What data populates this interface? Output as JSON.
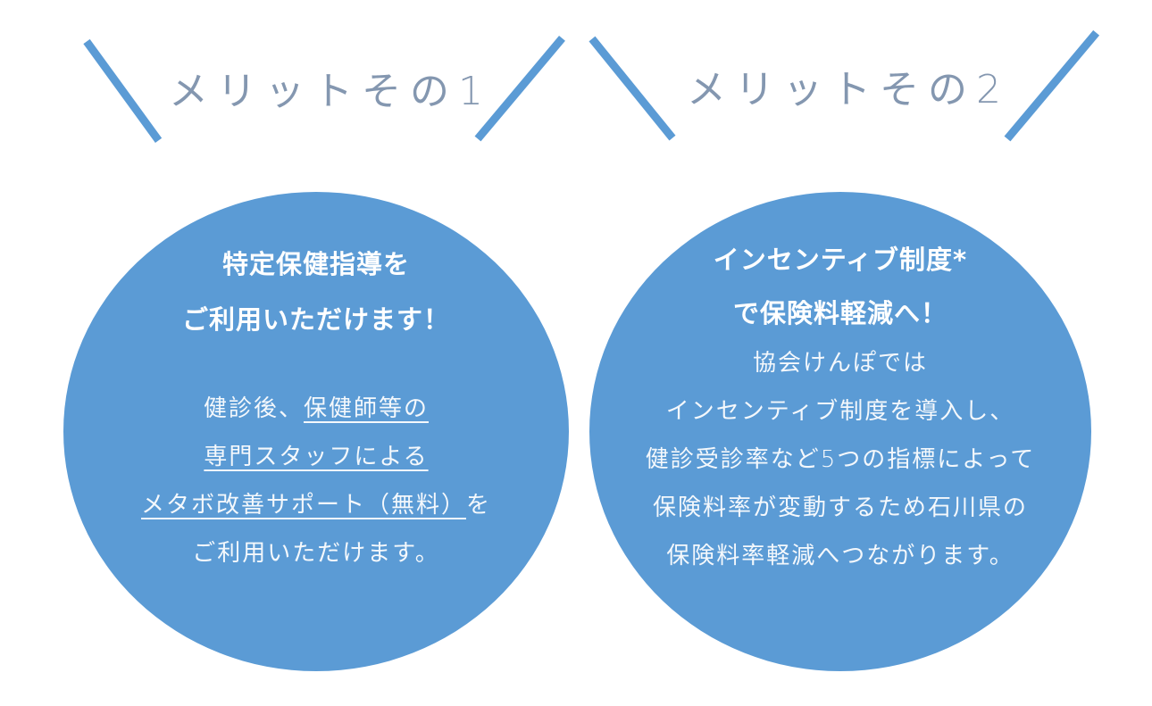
{
  "colors": {
    "accent_blue": "#5b9bd5",
    "heading_gray_blue": "#8497b0",
    "text_on_circle": "#ffffff",
    "background": "#ffffff"
  },
  "merits": [
    {
      "heading": "メリットその1",
      "title_lines": [
        "特定保健指導を",
        "ご利用いただけます！"
      ],
      "body": {
        "line1_plain": "健診後、",
        "line1_underlined": "保健師等の",
        "line2_underlined": "専門スタッフによる",
        "line3_underlined": "メタボ改善サポート（無料）",
        "line3_plain": "を",
        "line4_plain": "ご利用いただけます。"
      }
    },
    {
      "heading": "メリットその2",
      "title_lines": [
        "インセンティブ制度*",
        "で保険料軽減へ！"
      ],
      "body_lines": [
        "協会けんぽでは",
        "インセンティブ制度を導入し、",
        "健診受診率など5つの指標によって",
        "保険料率が変動するため石川県の",
        "保険料率軽減へつながります。"
      ]
    }
  ]
}
